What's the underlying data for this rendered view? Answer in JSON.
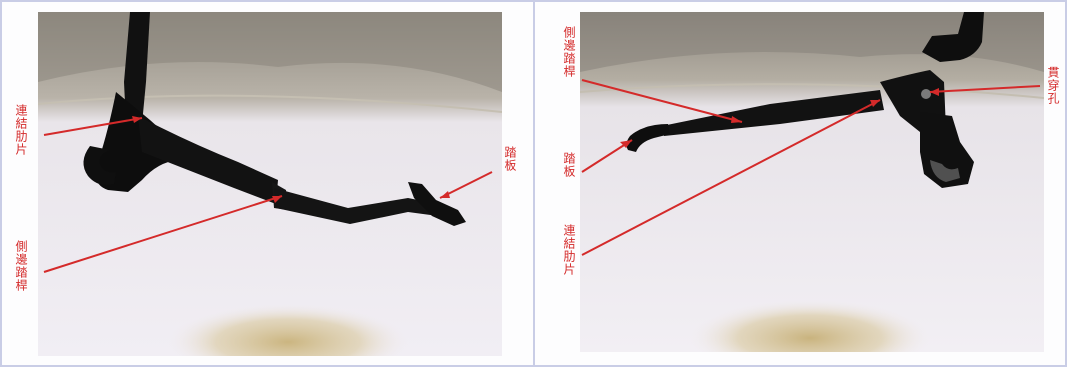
{
  "figure": {
    "left_photo": {
      "labels": {
        "connecting_rib": "連結肋片",
        "pedal": "踏板",
        "side_rod": "側邊踏桿"
      }
    },
    "right_photo": {
      "labels": {
        "side_rod": "側邊踏桿",
        "pedal": "踏板",
        "connecting_rib": "連結肋片",
        "through_hole": "貫穿孔"
      }
    },
    "colors": {
      "annotation": "#d42a2a",
      "frame": "#c9cde6",
      "metal": "#111111"
    }
  }
}
